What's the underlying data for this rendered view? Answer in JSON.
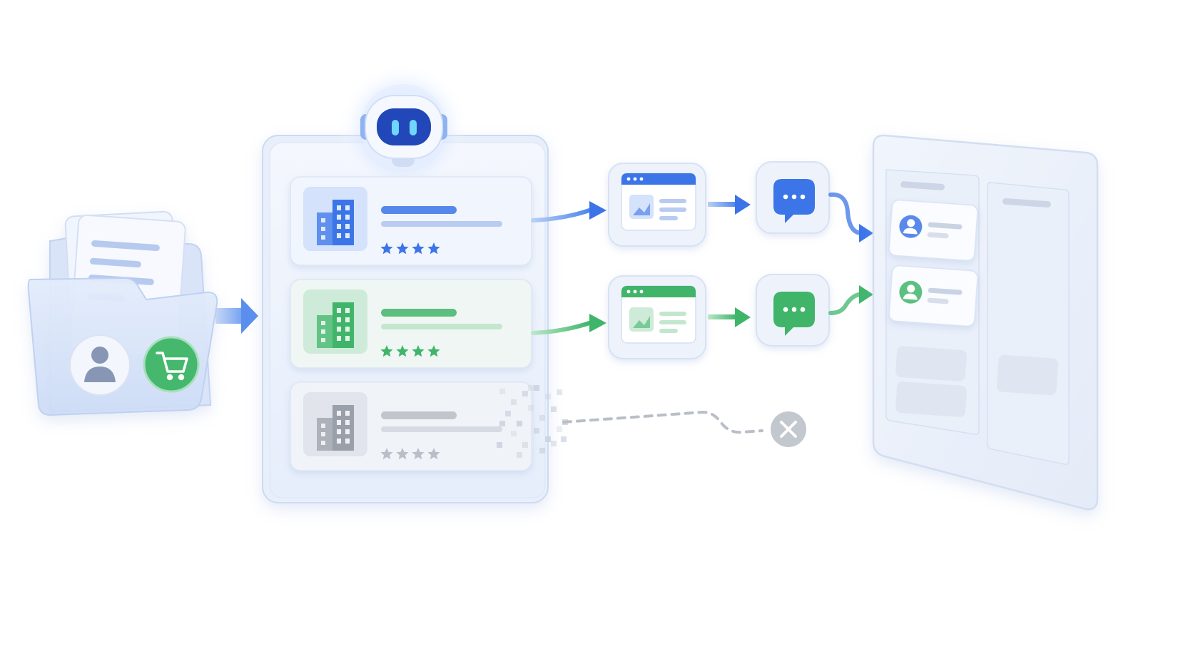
{
  "diagram": {
    "type": "workflow-illustration",
    "colors": {
      "blue": "#3b74e8",
      "green": "#3fb56a",
      "gray": "#9aa0aa",
      "glass": "#eef3fc",
      "panel_edge": "#cfdcf3",
      "bar_blue": "#b8cbf1",
      "bar_gray": "#d6dbe3"
    },
    "source": {
      "folder_icon": "folder-icon",
      "document_icon": "document-icon",
      "user_icon": "user-icon",
      "cart_icon": "shopping-cart-icon"
    },
    "processor": {
      "bot_icon": "robot-icon",
      "candidates": [
        {
          "id": "candidate-1",
          "color": "blue",
          "building_icon": "building-icon",
          "stars": 4,
          "status": "selected"
        },
        {
          "id": "candidate-2",
          "color": "green",
          "building_icon": "building-icon",
          "stars": 4,
          "status": "selected"
        },
        {
          "id": "candidate-3",
          "color": "gray",
          "building_icon": "building-icon",
          "stars": 4,
          "status": "rejected"
        }
      ]
    },
    "pipelines": [
      {
        "color": "blue",
        "steps": [
          "browser-window-icon",
          "chat-bubble-icon"
        ]
      },
      {
        "color": "green",
        "steps": [
          "browser-window-icon",
          "chat-bubble-icon"
        ]
      }
    ],
    "rejected_marker": "close-circle-icon",
    "destination": {
      "board_icon": "board-icon",
      "cards": [
        {
          "color": "blue",
          "icon": "user-icon"
        },
        {
          "color": "green",
          "icon": "user-icon"
        }
      ]
    }
  }
}
